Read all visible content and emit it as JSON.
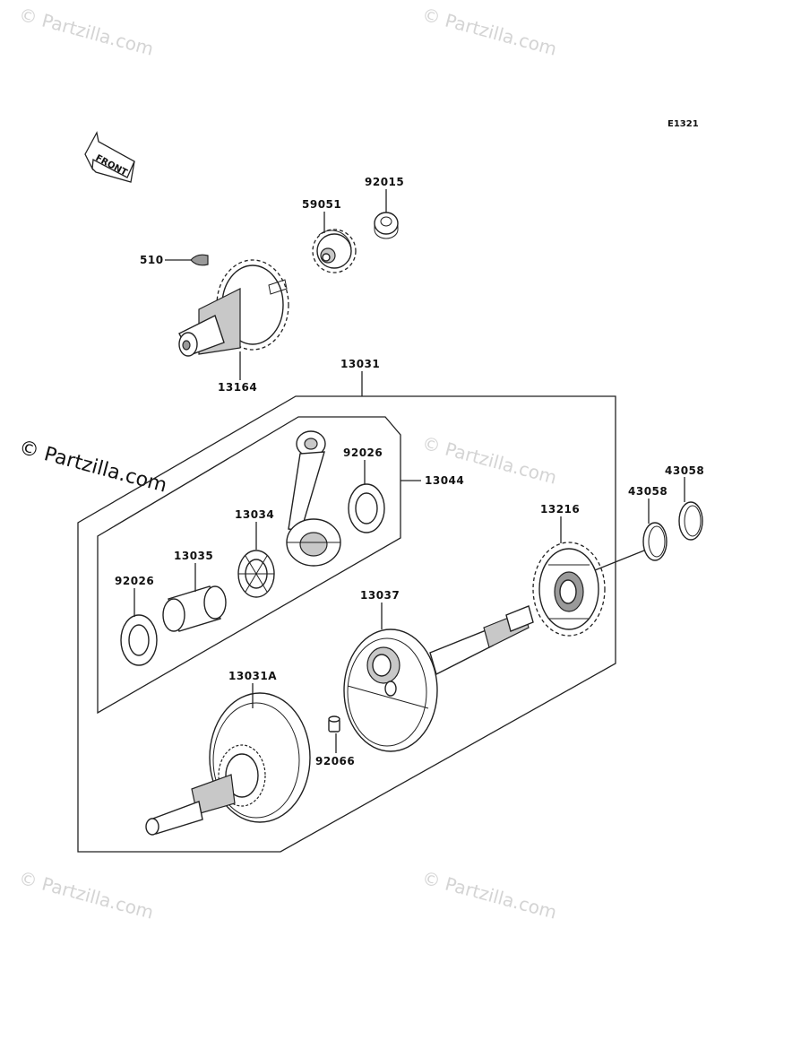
{
  "diagram_code": "E1321",
  "front_label": "FRONT",
  "watermarks": [
    "© Partzilla.com",
    "© Partzilla.com",
    "© Partzilla.com",
    "© Partzilla.com",
    "© Partzilla.com",
    "© Partzilla.com"
  ],
  "main_watermark": "© Partzilla.com",
  "callouts": {
    "p92015": "92015",
    "p59051": "59051",
    "p510": "510",
    "p13164": "13164",
    "p13031": "13031",
    "p92026_top": "92026",
    "p13044": "13044",
    "p13034": "13034",
    "p13035": "13035",
    "p92026_left": "92026",
    "p13216": "13216",
    "p43058_a": "43058",
    "p43058_b": "43058",
    "p13037": "13037",
    "p13031A": "13031A",
    "p92066": "92066"
  }
}
